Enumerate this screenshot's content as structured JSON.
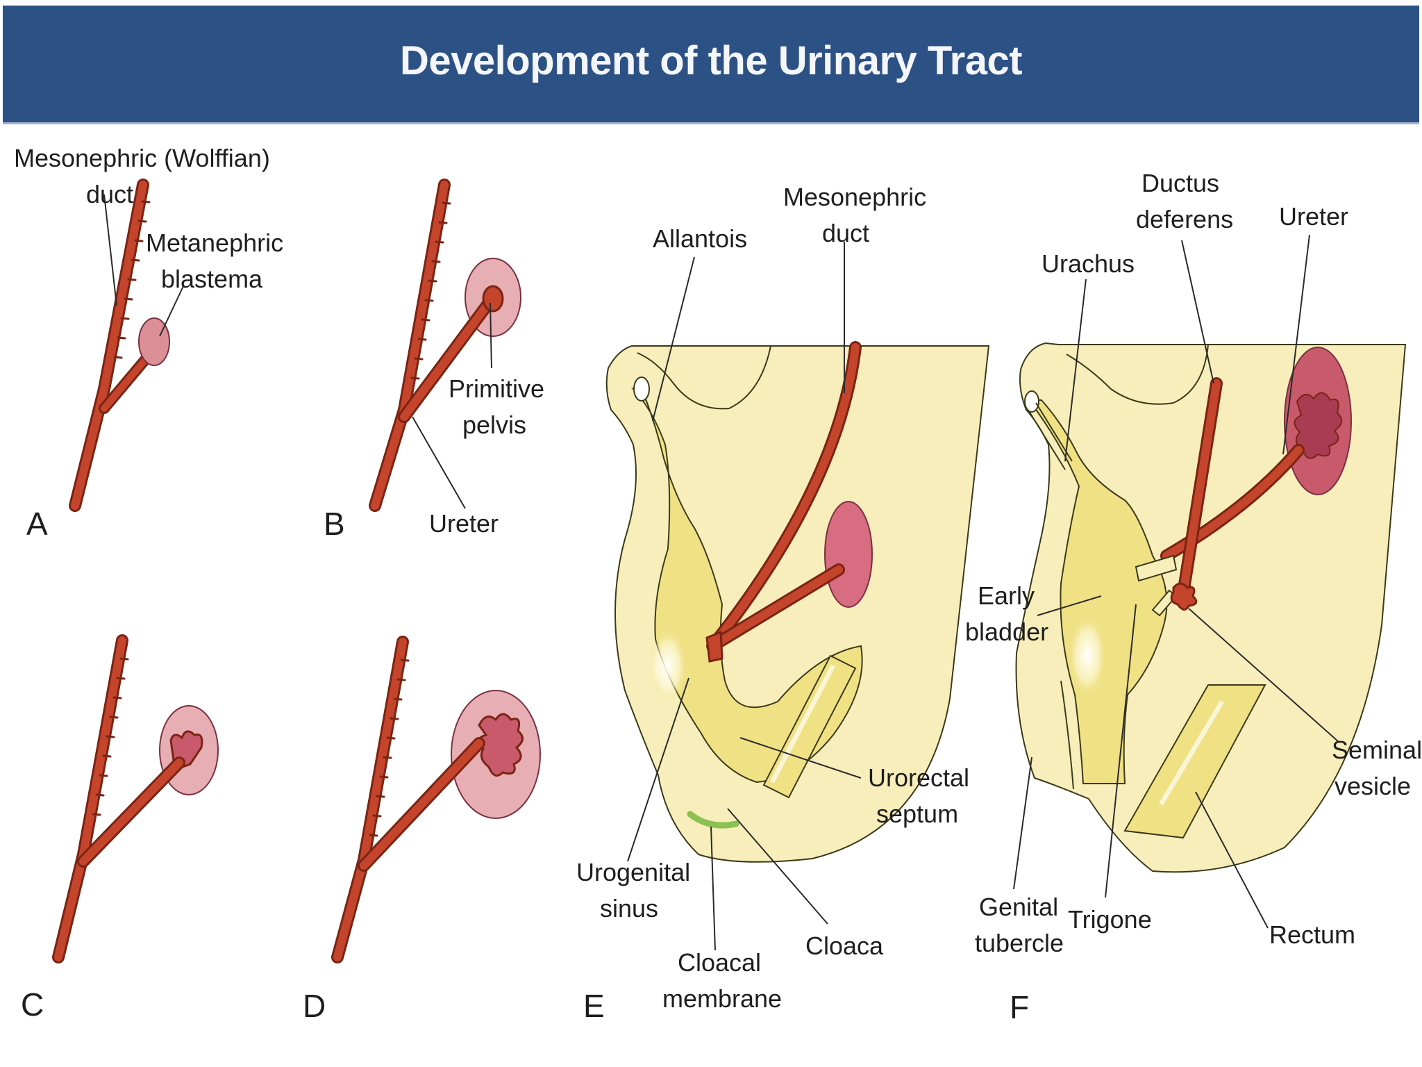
{
  "header": {
    "title": "Development of the Urinary Tract"
  },
  "panels": {
    "A": {
      "letter": "A",
      "mesonephric_line1": "Mesonephric (Wolffian)",
      "mesonephric_line2": "duct",
      "metanephric_line1": "Metanephric",
      "metanephric_line2": "blastema"
    },
    "B": {
      "letter": "B",
      "pelvis_line1": "Primitive",
      "pelvis_line2": "pelvis",
      "ureter": "Ureter"
    },
    "C": {
      "letter": "C"
    },
    "D": {
      "letter": "D"
    },
    "E": {
      "letter": "E",
      "allantois": "Allantois",
      "mesonephric_line1": "Mesonephric",
      "mesonephric_line2": "duct",
      "urorectal_line1": "Urorectal",
      "urorectal_line2": "septum",
      "urogenital_line1": "Urogenital",
      "urogenital_line2": "sinus",
      "cloacal_line1": "Cloacal",
      "cloacal_line2": "membrane",
      "cloaca": "Cloaca"
    },
    "F": {
      "letter": "F",
      "ductus_line1": "Ductus",
      "ductus_line2": "deferens",
      "ureter": "Ureter",
      "urachus": "Urachus",
      "early_bladder_line1": "Early",
      "early_bladder_line2": "bladder",
      "seminal_line1": "Seminal",
      "seminal_line2": "vesicle",
      "genital_line1": "Genital",
      "genital_line2": "tubercle",
      "trigone": "Trigone",
      "rectum": "Rectum"
    }
  },
  "colors": {
    "banner": "#2c5184",
    "duct": "#c4452c",
    "duct_outline": "#7a2413",
    "kidney": "#dd8f98",
    "kidney_dark": "#c85a6c",
    "embryo_fill": "#f8eebb",
    "bladder_fill": "#efe184",
    "membrane": "#8bc052"
  }
}
